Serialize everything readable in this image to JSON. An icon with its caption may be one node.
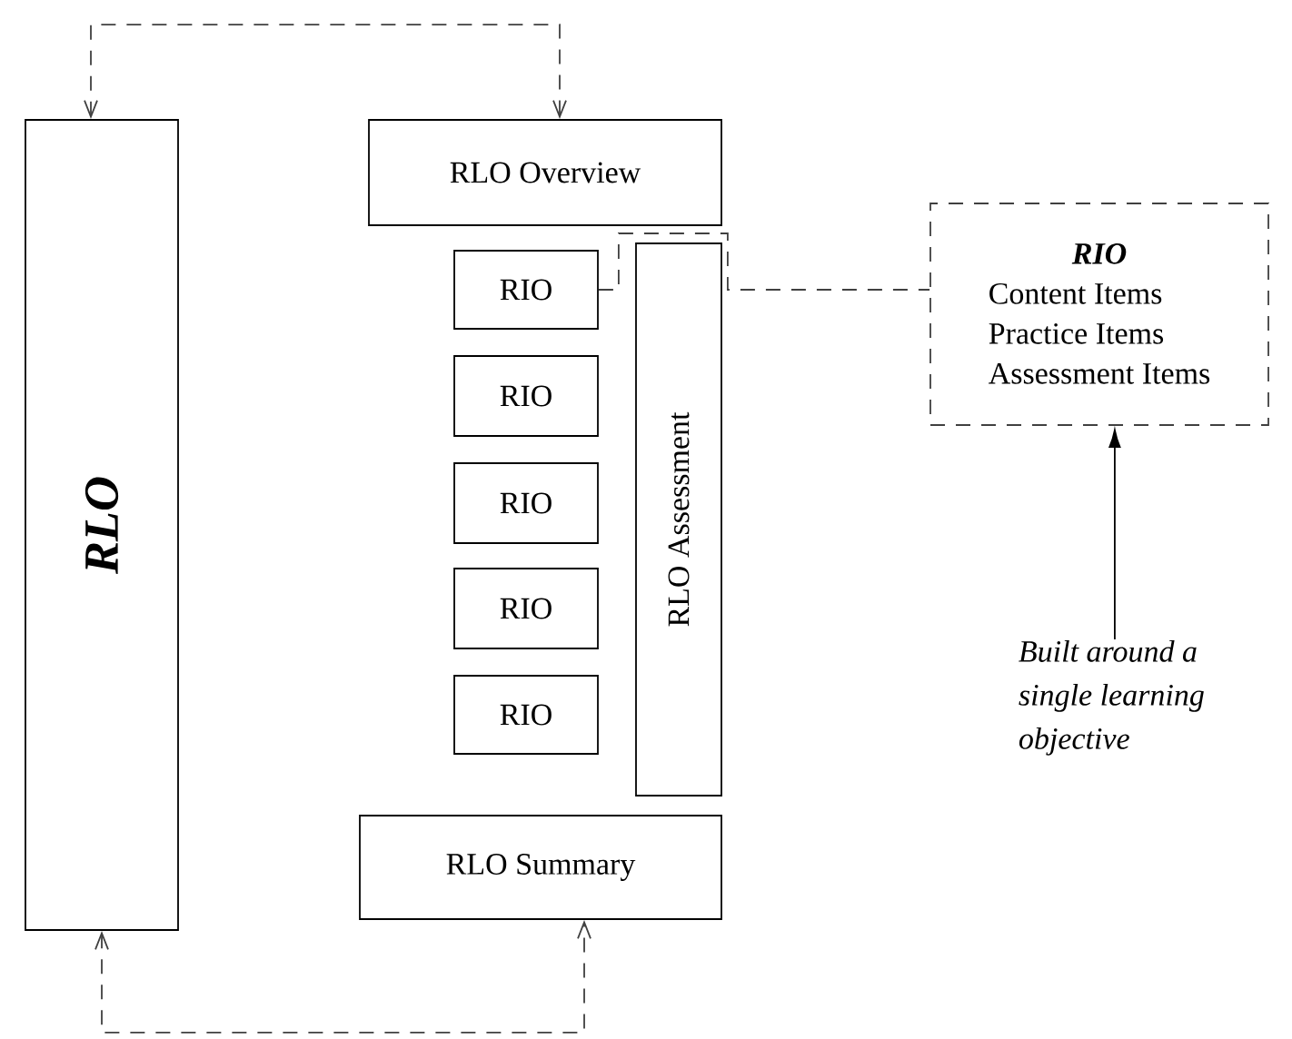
{
  "diagram": {
    "nodes": [
      {
        "text": [
          "RLO"
        ]
      },
      {
        "text": [
          "RLO Overview"
        ]
      },
      {
        "text": [
          "RIO"
        ]
      },
      {
        "text": [
          "RIO"
        ]
      },
      {
        "text": [
          "RIO"
        ]
      },
      {
        "text": [
          "RIO"
        ]
      },
      {
        "text": [
          "RIO"
        ]
      },
      {
        "text": [
          "RLO Assessment"
        ]
      },
      {
        "text": [
          "RLO Summary"
        ]
      },
      {
        "text": [
          "RIO",
          "Content Items",
          "Practice Items",
          "Assessment Items"
        ]
      },
      {
        "text": [
          "Built around a single learning objective"
        ]
      }
    ],
    "edges": [
      {
        "from": 0,
        "to": 1,
        "arrow": "both",
        "style": "dashed"
      },
      {
        "from": 0,
        "to": 8,
        "arrow": "both",
        "style": "dashed"
      },
      {
        "from": 2,
        "to": 9,
        "arrow": "none",
        "style": "dashed"
      },
      {
        "from": 10,
        "to": 9,
        "arrow": "to"
      }
    ]
  }
}
